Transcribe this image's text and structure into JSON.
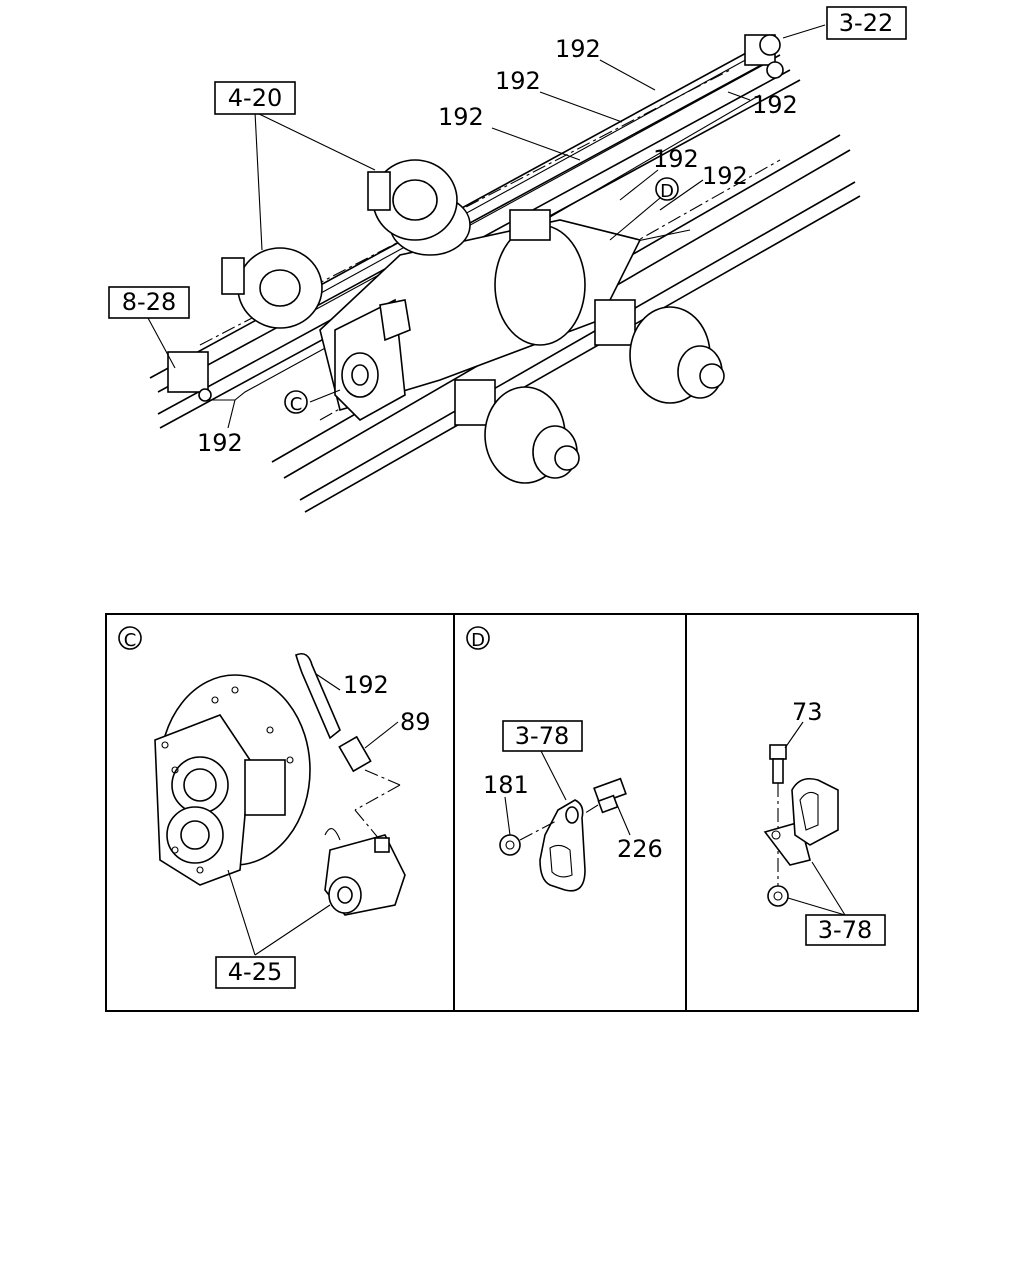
{
  "refs": {
    "r_3_22": "3-22",
    "r_4_20": "4-20",
    "r_8_28": "8-28",
    "r_4_25": "4-25",
    "r_3_78_d": "3-78",
    "r_3_78_e": "3-78"
  },
  "parts": {
    "p192": "192",
    "p89": "89",
    "p181": "181",
    "p226": "226",
    "p73": "73"
  },
  "markers": {
    "c": "C",
    "d": "D"
  }
}
